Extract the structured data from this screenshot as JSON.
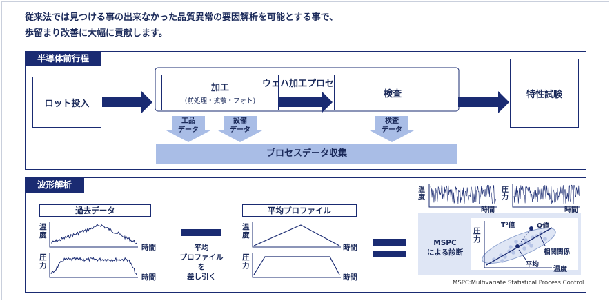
{
  "intro": {
    "line1": "従来法では見つける事の出来なかった品質異常の要因解析を可能とする事で、",
    "line2": "歩留まり改善に大幅に貢献します。"
  },
  "front_end": {
    "title": "半導体前行程",
    "lot_input": "ロット投入",
    "wafer_process": "ウェハ加工プロセス",
    "processing": "加工",
    "processing_sub": "(前処理・拡散・フォト)",
    "inspection": "検査",
    "characteristic_test": "特性試験",
    "data_labels": [
      {
        "line1": "工品",
        "line2": "データ"
      },
      {
        "line1": "設備",
        "line2": "データ"
      },
      {
        "line1": "検査",
        "line2": "データ"
      }
    ],
    "process_data_collection": "プロセスデータ収集"
  },
  "waveform": {
    "title": "波形解析",
    "past_data": "過去データ",
    "average_profile": "平均プロファイル",
    "temperature": "温度",
    "pressure": "圧力",
    "time": "時間",
    "subtract_line1": "平均",
    "subtract_line2": "プロファイルを",
    "subtract_line3": "差し引く",
    "mspc_line1": "MSPC",
    "mspc_line2": "による診断",
    "t2_value": "T²値",
    "q_value": "Q値",
    "correlation": "相関関係",
    "average": "平均",
    "footnote": "MSPC:Multivariate Statistical Process Control"
  },
  "colors": {
    "navy": "#1a2b72",
    "light_blue": "#a9bde6",
    "pale_blue": "#dfe6f5"
  }
}
